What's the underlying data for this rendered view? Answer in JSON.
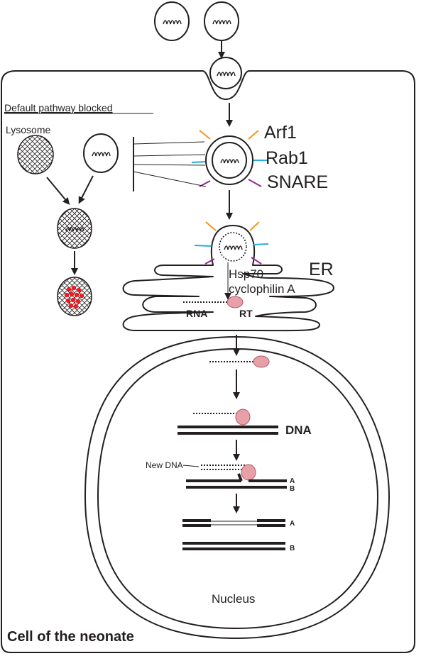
{
  "labels": {
    "default_pathway": "Default pathway blocked",
    "lysosome": "Lysosome",
    "arf1": "Arf1",
    "rab1": "Rab1",
    "snare": "SNARE",
    "er": "ER",
    "hsp70": "Hsp70",
    "cyclophilin": "cyclophilin A",
    "rna": "RNA",
    "rt": "RT",
    "dna": "DNA",
    "new_dna": "New DNA",
    "strand_a1": "A",
    "strand_b1": "B",
    "strand_a2": "A",
    "strand_b2": "B",
    "nucleus": "Nucleus",
    "cell_title": "Cell of the neonate"
  },
  "colors": {
    "arf1": "#f7941d",
    "rab1": "#27aae1",
    "snare": "#92278f",
    "rt_enzyme": "#e8a0a8",
    "red_dots": "#ed1c24",
    "ink": "#231f20"
  }
}
